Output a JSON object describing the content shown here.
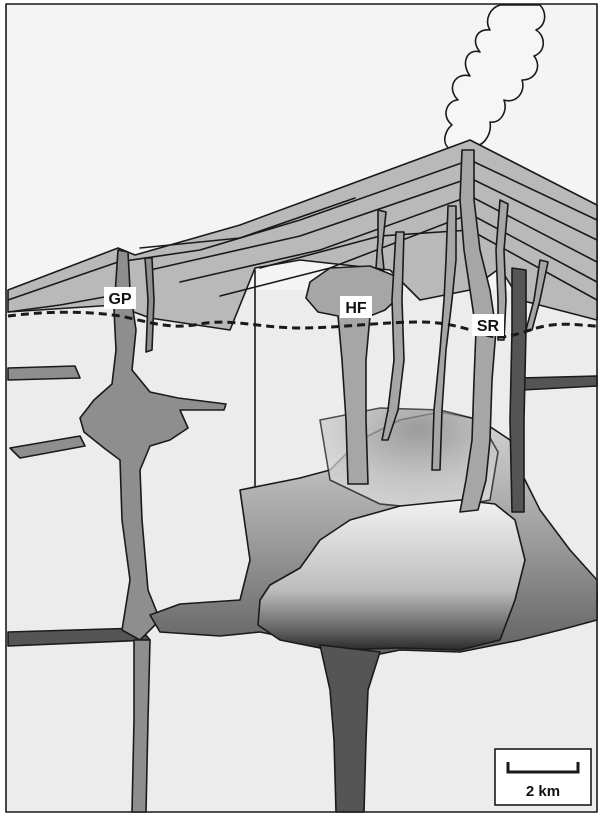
{
  "labels": {
    "gp": "GP",
    "hf": "HF",
    "sr": "SR"
  },
  "scale_bar": {
    "label": "2 km"
  },
  "colors": {
    "background": "#ececec",
    "sky": "#f4f4f4",
    "volcano_layers": "#b9b9b9",
    "conduits": "#8e8e8e",
    "dark_conduits": "#555555",
    "outline": "#1a1a1a"
  }
}
